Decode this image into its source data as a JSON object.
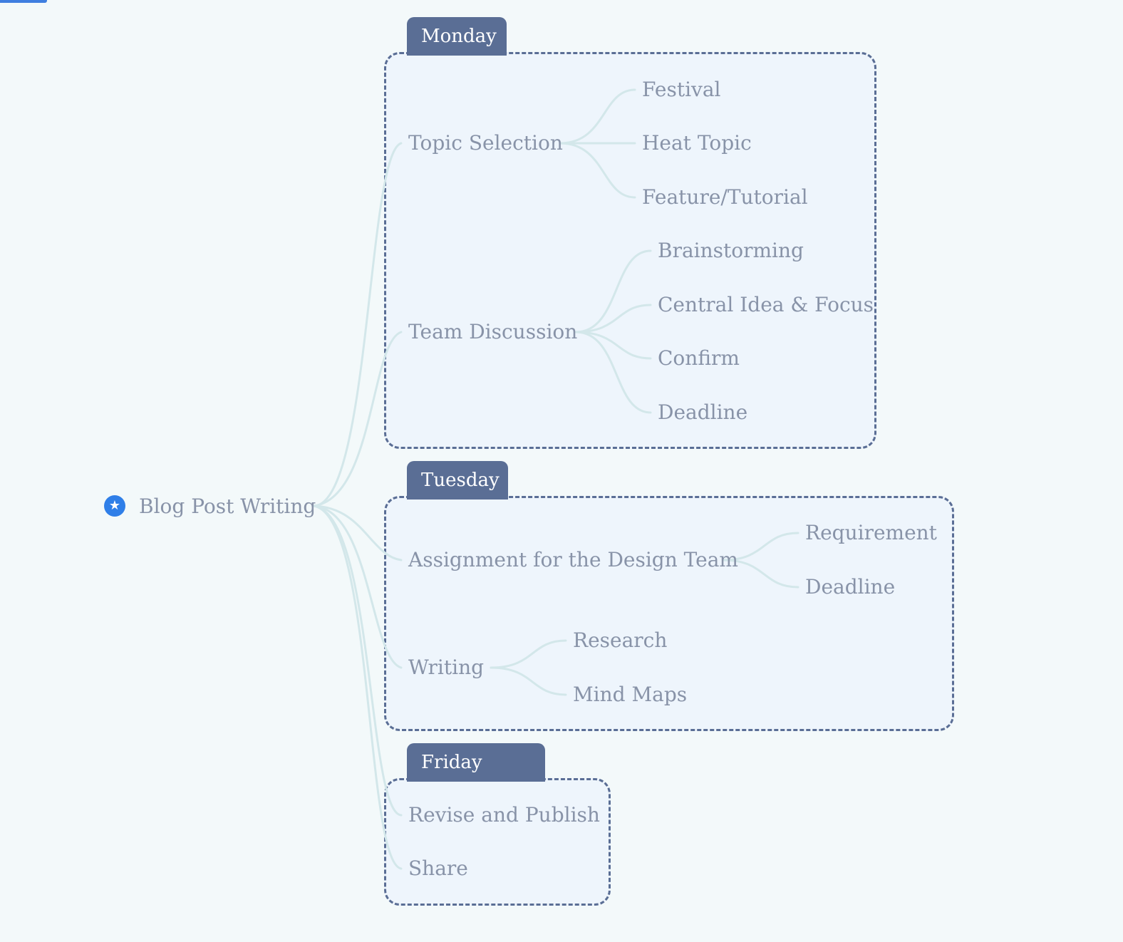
{
  "root": {
    "label": "Blog Post Writing",
    "icon": "star-icon"
  },
  "groups": {
    "monday": {
      "label": "Monday",
      "topic_selection": {
        "label": "Topic Selection",
        "children": [
          "Festival",
          "Heat Topic",
          "Feature/Tutorial"
        ]
      },
      "team_discussion": {
        "label": "Team Discussion",
        "children": [
          "Brainstorming",
          "Central Idea & Focus",
          "Confirm",
          "Deadline"
        ]
      }
    },
    "tuesday": {
      "label": "Tuesday",
      "assignment": {
        "label": "Assignment for the Design Team",
        "children": [
          "Requirement",
          "Deadline"
        ]
      },
      "writing": {
        "label": "Writing",
        "children": [
          "Research",
          "Mind Maps"
        ]
      }
    },
    "friday": {
      "label": "Friday",
      "items": [
        "Revise and Publish",
        "Share"
      ]
    }
  },
  "colors": {
    "background": "#f3f9fa",
    "group_border": "#5a6e95",
    "group_fill": "#eef5fc",
    "tab_fill": "#5a6e95",
    "node_text": "#8893a8",
    "edge": "#d3e7ea",
    "root_icon": "#2f7fe8"
  }
}
